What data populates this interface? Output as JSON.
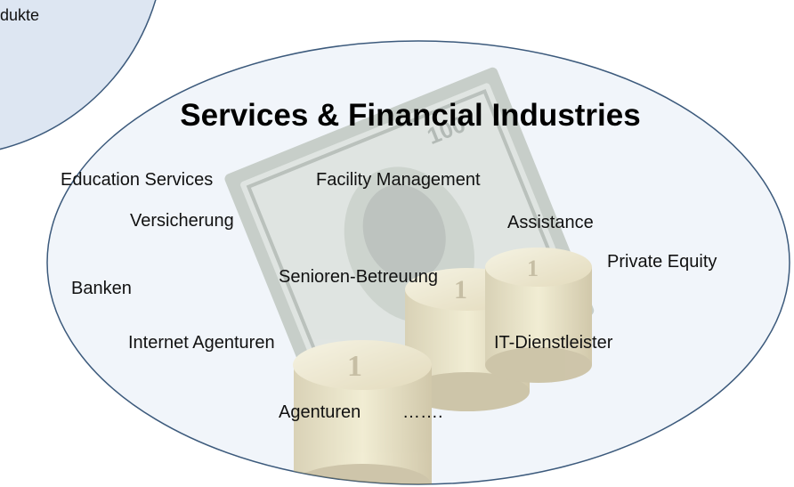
{
  "corner_circle": {
    "label": "dukte",
    "fill": "#dde6f2",
    "stroke": "#3c5a7c"
  },
  "ellipse": {
    "fill": "#f1f5fa",
    "stroke": "#3c5a7c"
  },
  "background_image": {
    "icon": "money-banknote-and-gold-coins-illustration"
  },
  "title": "Services & Financial Industries",
  "terms": {
    "education_services": "Education Services",
    "facility_management": "Facility Management",
    "versicherung": "Versicherung",
    "assistance": "Assistance",
    "private_equity": "Private Equity",
    "senioren_betreuung": "Senioren-Betreuung",
    "banken": "Banken",
    "internet_agenturen": "Internet Agenturen",
    "it_dienstleister": "IT-Dienstleister",
    "agenturen": "Agenturen",
    "ellipsis": "……."
  }
}
